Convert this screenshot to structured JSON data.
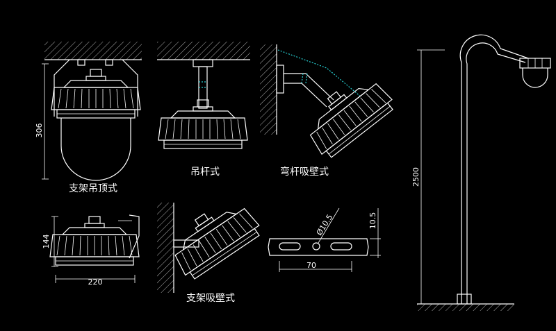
{
  "labels": {
    "bracket_ceiling": "支架吊顶式",
    "pendant_rod": "吊杆式",
    "bent_rod_wall": "弯杆吸壁式",
    "bracket_wall": "支架吸壁式"
  },
  "dimensions": {
    "height_306": "306",
    "height_144": "144",
    "width_220": "220",
    "hole_diameter": "Ø10.5",
    "slot_width": "10.5",
    "slot_spacing": "70",
    "pole_height": "2500"
  },
  "colors": {
    "background": "#000000",
    "line": "#ffffff",
    "accent": "#27d3d6"
  }
}
